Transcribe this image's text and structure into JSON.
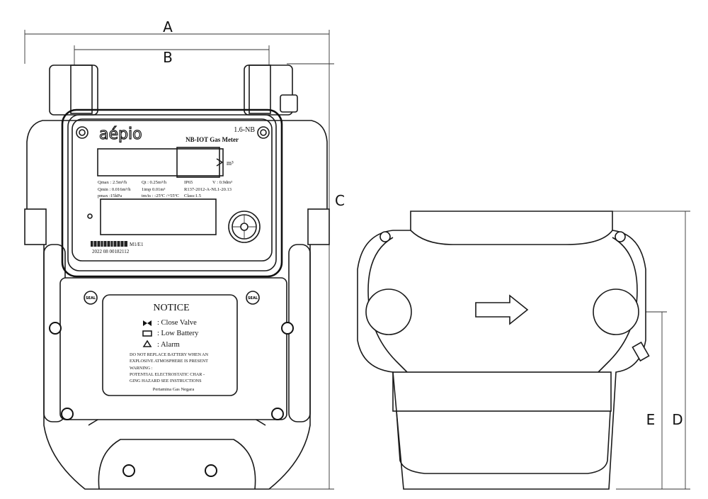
{
  "dimensions": {
    "a": "A",
    "b": "B",
    "c": "C",
    "d": "D",
    "e": "E"
  },
  "nameplate": {
    "brand": "aépio",
    "model": "1.6-NB",
    "product": "NB-IOT Gas Meter",
    "unit": "m³",
    "specs": [
      "Qmax : 2.5m³/h",
      "Qt : 0.25m³/h",
      "IP65",
      "V : 0.9dm³",
      "Qmin : 0.016m³/h",
      "1imp   0.01m³",
      "R137-2012-A-NL1-20.13",
      "pmax :15kPa",
      "tm/ts : -25ºC /+55ºC",
      "Class:1.5"
    ],
    "barcode_label": "M1/E1",
    "serial": "2022 08  00182112"
  },
  "seal_label": "SEAL",
  "notice": {
    "title": "NOTICE",
    "legend": [
      ": Close Valve",
      ": Low Battery",
      ": Alarm"
    ],
    "warnings": [
      "DO NOT REPLACE BATTERY WHEN AN",
      "EXPLOSIVE ATMOSPHERE IS PRESENT",
      "WARNING :",
      "POTENTIAL ELECTROSTATIC CHAR -",
      "GING HAZARD SEE  INSTRUCTIONS"
    ],
    "owner": "Pertamina Gas Negara"
  }
}
